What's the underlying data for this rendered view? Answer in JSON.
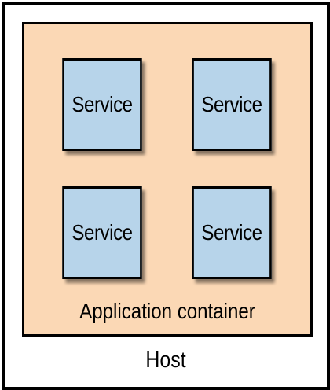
{
  "host": {
    "label": "Host"
  },
  "application_container": {
    "label": "Application container",
    "services": [
      {
        "label": "Service"
      },
      {
        "label": "Service"
      },
      {
        "label": "Service"
      },
      {
        "label": "Service"
      }
    ]
  },
  "colors": {
    "container_fill": "#fbd8b5",
    "service_fill": "#b7d4ea",
    "border": "#000000",
    "host_fill": "#ffffff"
  }
}
